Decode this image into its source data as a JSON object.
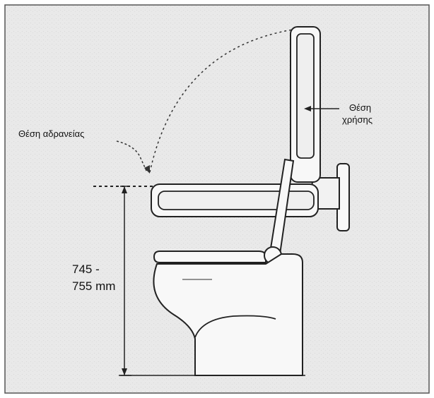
{
  "labels": {
    "rest_position": "Θέση αδρανείας",
    "use_position_line1": "Θέση",
    "use_position_line2": "χρήσης",
    "height_line1": "745 -",
    "height_line2": "755 mm"
  },
  "colors": {
    "background": "#e9e9e9",
    "frame": "#555555",
    "ink": "#222222",
    "fill": "#f8f8f8"
  }
}
